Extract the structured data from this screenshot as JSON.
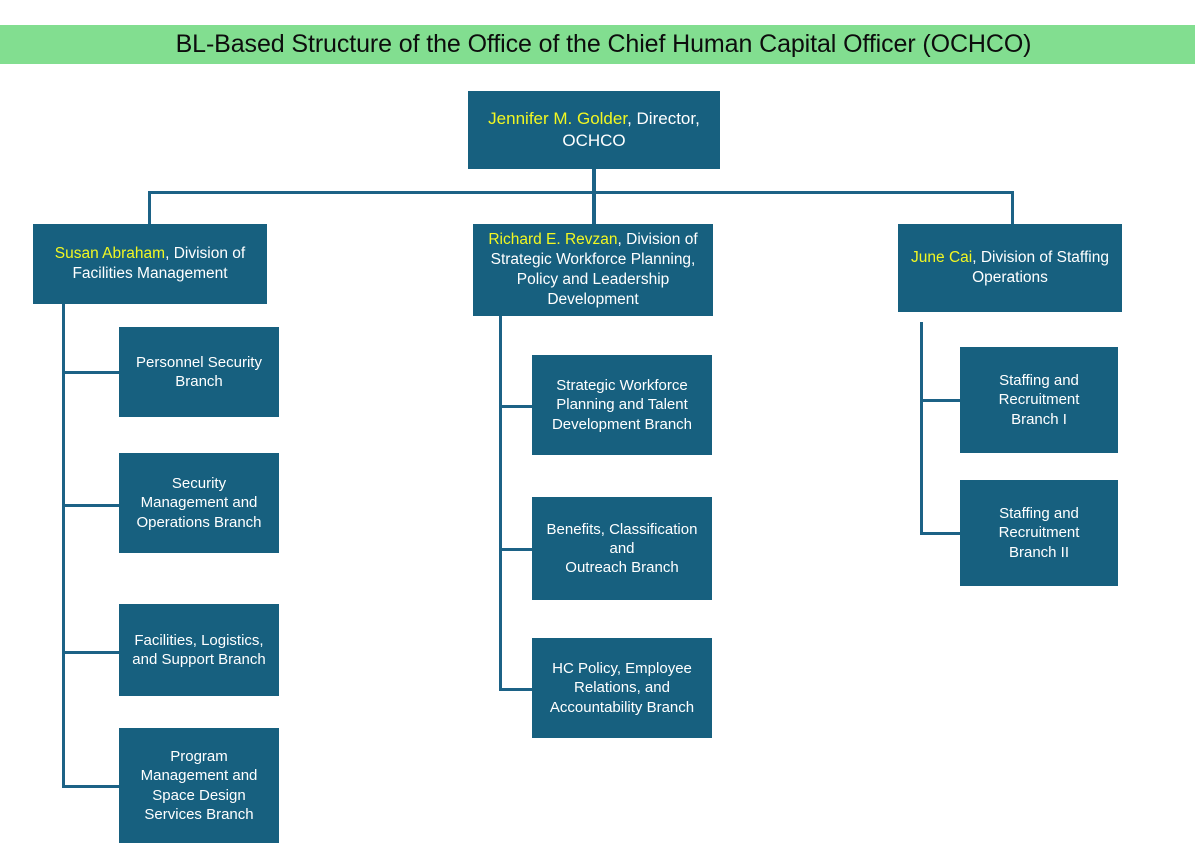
{
  "banner": {
    "title": "BL-Based Structure of the Office of the Chief Human Capital Officer (OCHCO)",
    "background_color": "#82DE90",
    "text_color": "#0D0D0D"
  },
  "theme": {
    "box_color": "#17607F",
    "connector_color": "#1C6286",
    "box_text_color": "#FFFFFF",
    "person_name_color": "#F2F722",
    "page_background": "#FFFFFF"
  },
  "root": {
    "person": "Jennifer M. Golder",
    "title": ", Director,\nOCHCO",
    "full_text": "Jennifer M. Golder, Director, OCHCO"
  },
  "divisions": [
    {
      "id": "facilities-management",
      "person": "Susan Abraham",
      "title": ", Division of\nFacilities Management",
      "full_text": "Susan Abraham, Division of Facilities Management",
      "branches": [
        {
          "id": "personnel-security",
          "label": "Personnel Security\nBranch"
        },
        {
          "id": "security-management-operations",
          "label": "Security\nManagement and\nOperations Branch"
        },
        {
          "id": "facilities-logistics-support",
          "label": "Facilities, Logistics,\nand Support  Branch"
        },
        {
          "id": "program-management-space-design",
          "label": "Program\nManagement and\nSpace  Design\nServices Branch"
        }
      ]
    },
    {
      "id": "strategic-workforce-planning",
      "person": "Richard E. Revzan",
      "title": ", Division of\nStrategic Workforce Planning,\nPolicy and Leadership\nDevelopment",
      "full_text": "Richard E. Revzan, Division of Strategic Workforce Planning, Policy and Leadership Development",
      "branches": [
        {
          "id": "strategic-workforce-talent-development",
          "label": "Strategic Workforce\nPlanning and Talent\nDevelopment Branch"
        },
        {
          "id": "benefits-classification-outreach",
          "label": "Benefits, Classification\nand\nOutreach Branch"
        },
        {
          "id": "hc-policy-employee-relations",
          "label": "HC Policy, Employee\nRelations, and\nAccountability Branch"
        }
      ]
    },
    {
      "id": "staffing-operations",
      "person": "June Cai",
      "title": ", Division of Staffing\nOperations",
      "full_text": "June Cai, Division of Staffing Operations",
      "branches": [
        {
          "id": "staffing-recruitment-branch-i",
          "label": "Staffing and\nRecruitment\nBranch I"
        },
        {
          "id": "staffing-recruitment-branch-ii",
          "label": "Staffing and\nRecruitment\nBranch II"
        }
      ]
    }
  ]
}
